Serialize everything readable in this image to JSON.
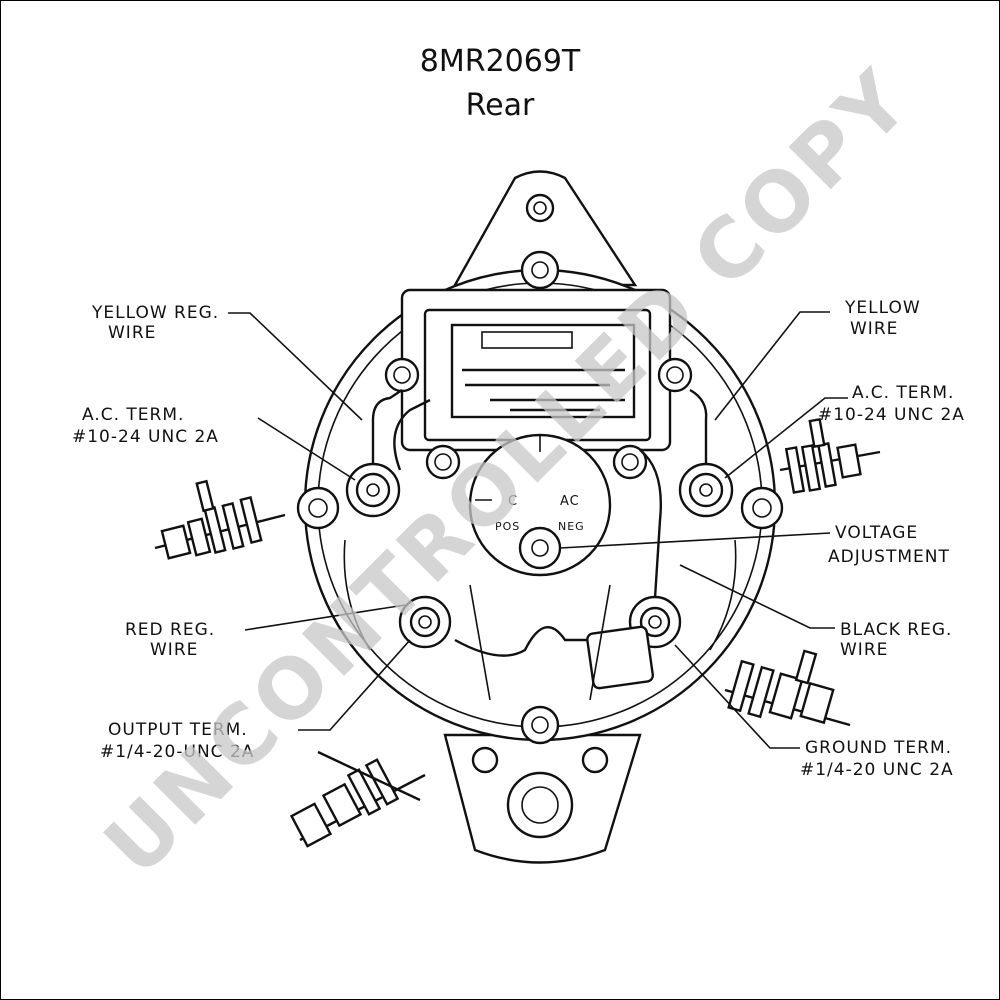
{
  "diagram": {
    "title": "8MR2069T",
    "subtitle": "Rear",
    "watermark": "UNCONTROLLED COPY",
    "labels": {
      "yellow_reg_wire": [
        "YELLOW REG.",
        "WIRE"
      ],
      "ac_term_left": [
        "A.C. TERM.",
        "#10-24 UNC 2A"
      ],
      "red_reg_wire": [
        "RED REG.",
        "WIRE"
      ],
      "output_term": [
        "OUTPUT TERM.",
        "#1/4-20-UNC 2A"
      ],
      "yellow_wire": [
        "YELLOW",
        "WIRE"
      ],
      "ac_term_right": [
        "A.C. TERM.",
        "#10-24 UNC 2A"
      ],
      "voltage_adjustment": [
        "VOLTAGE",
        "ADJUSTMENT"
      ],
      "black_reg_wire": [
        "BLACK REG.",
        "WIRE"
      ],
      "ground_term": [
        "GROUND TERM.",
        "#1/4-20 UNC 2A"
      ]
    },
    "dial_marks": {
      "c": "C",
      "ac": "AC",
      "pos": "POS",
      "neg": "NEG"
    }
  }
}
